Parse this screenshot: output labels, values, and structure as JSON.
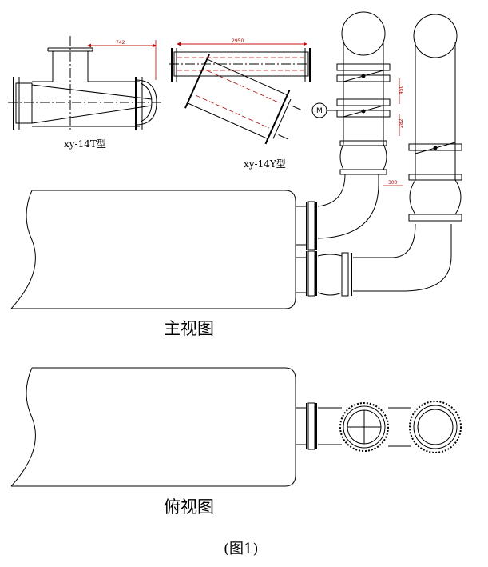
{
  "labels": {
    "t_type": "xy-14T型",
    "y_type": "xy-14Y型",
    "main_view": "主视图",
    "top_view": "俯视图",
    "figure": "(图1)",
    "motor": "M"
  },
  "dimensions": {
    "t_width": "742",
    "y_width": "2950",
    "spacing_upper": "450",
    "spacing_lower": "282",
    "offset": "300"
  },
  "colors": {
    "line": "#000000",
    "dimension": "#c00000"
  }
}
